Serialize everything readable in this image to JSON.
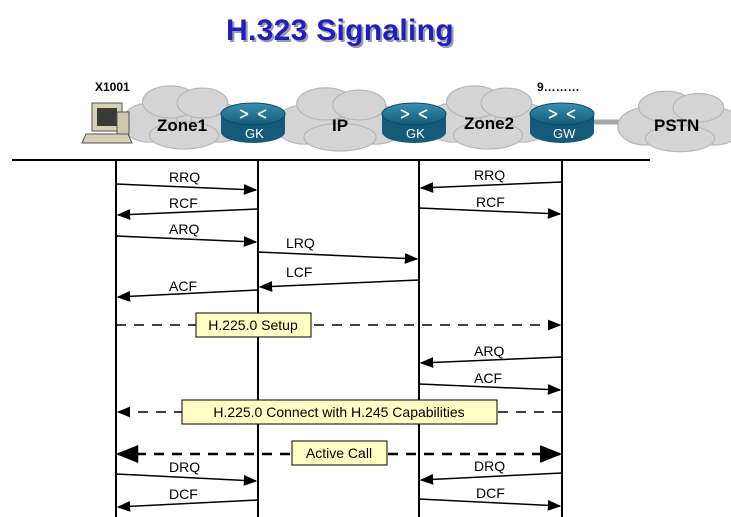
{
  "title": "H.323 Signaling",
  "endpoints": {
    "terminal": "X1001",
    "gateway_number": "9………"
  },
  "clouds": {
    "zone1": "Zone1",
    "ip": "IP",
    "zone2": "Zone2",
    "pstn": "PSTN"
  },
  "devices": {
    "gk1": "GK",
    "gk2": "GK",
    "gw": "GW"
  },
  "messages": {
    "rrq_left": "RRQ",
    "rrq_right": "RRQ",
    "rcf_left": "RCF",
    "rcf_right": "RCF",
    "arq_left": "ARQ",
    "lrq": "LRQ",
    "lcf": "LCF",
    "acf_left": "ACF",
    "setup": "H.225.0 Setup",
    "arq_right": "ARQ",
    "acf_right": "ACF",
    "connect": "H.225.0 Connect with H.245 Capabilities",
    "active": "Active Call",
    "drq_left": "DRQ",
    "drq_right": "DRQ",
    "dcf_left": "DCF",
    "dcf_right": "DCF"
  },
  "colors": {
    "title": "#1f1fbf",
    "router": "#1f6f8f",
    "cloud": "#d4d4d4",
    "note_fill": "#ffffc4"
  }
}
